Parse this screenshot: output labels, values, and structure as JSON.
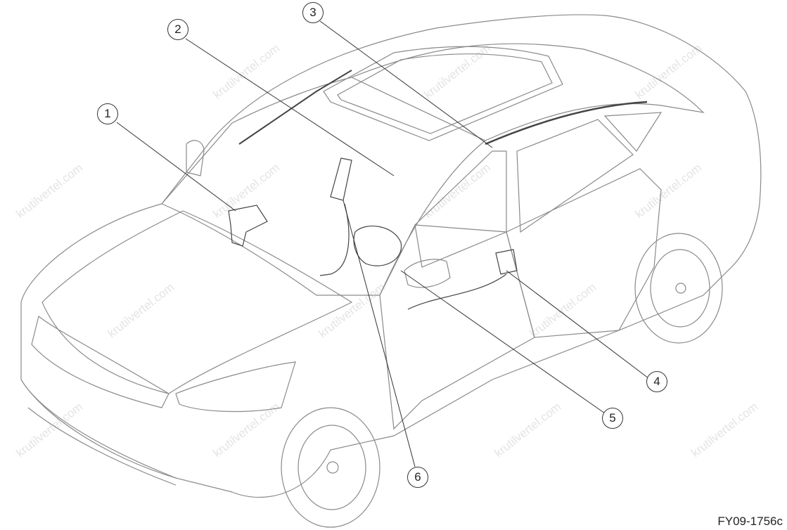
{
  "figure_code": "FY09-1756c",
  "watermark": "krutilvertel.com",
  "callouts": [
    "1",
    "2",
    "3",
    "4",
    "5",
    "6"
  ]
}
